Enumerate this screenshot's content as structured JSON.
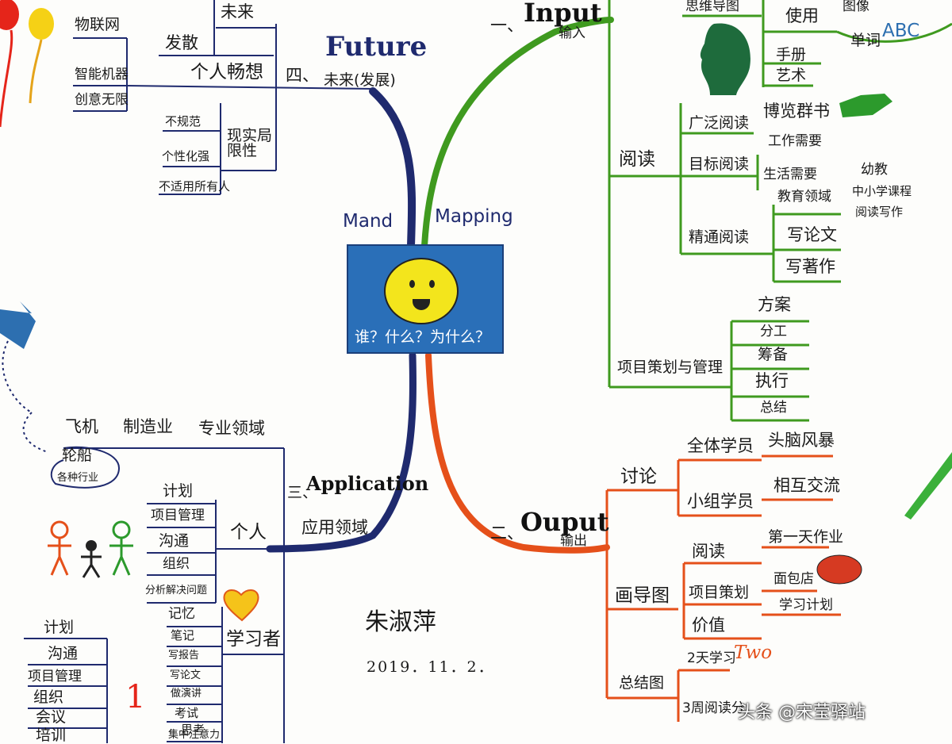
{
  "center": {
    "title_left": "Mand",
    "title_right": "Mapping",
    "question": "谁？什么？为什么？"
  },
  "branches": {
    "input": {
      "number": "一、",
      "title": "Input",
      "subtitle": "输入",
      "color": "#3f9a1f",
      "top_nodes": [
        "思维导图",
        "使用",
        "图像",
        "单词",
        "ABC",
        "手册",
        "艺术"
      ],
      "reading": {
        "label": "阅读",
        "items": [
          "广泛阅读",
          "博览群书",
          "目标阅读",
          "工作需要",
          "生活需要",
          "精通阅读",
          "教育领域",
          "幼教",
          "中小学课程",
          "阅读写作",
          "写论文",
          "写著作"
        ]
      },
      "project": {
        "label": "项目策划与管理",
        "items": [
          "方案",
          "分工",
          "筹备",
          "执行",
          "总结"
        ]
      }
    },
    "output": {
      "number": "二、",
      "title": "Ouput",
      "subtitle": "输出",
      "color": "#e5501a",
      "discussion": {
        "label": "讨论",
        "items": [
          "全体学员",
          "头脑风暴",
          "小组学员",
          "相互交流"
        ]
      },
      "drawing": {
        "label": "画导图",
        "items": [
          "阅读",
          "第一天作业",
          "项目策划",
          "面包店",
          "价值",
          "学习计划"
        ]
      },
      "summary": {
        "label": "总结图",
        "items": [
          "2天学习",
          "Two",
          "3周阅读分"
        ]
      }
    },
    "application": {
      "number": "三、",
      "title": "Application",
      "subtitle": "应用领域",
      "color": "#1f2a6e",
      "professional": {
        "label": "专业领域",
        "items": [
          "制造业",
          "飞机",
          "轮船",
          "各种行业"
        ]
      },
      "personal": {
        "label": "个人",
        "items": [
          "计划",
          "项目管理",
          "沟通",
          "组织",
          "分析解决问题"
        ]
      },
      "learner": {
        "label": "学习者",
        "items": [
          "记忆",
          "笔记",
          "写报告",
          "写论文",
          "做演讲",
          "考试",
          "思考",
          "集中注意力"
        ]
      },
      "left_list": [
        "计划",
        "沟通",
        "项目管理",
        "组织",
        "会议",
        "培训"
      ]
    },
    "future": {
      "number": "四、",
      "title": "Future",
      "subtitle": "未来(发展)",
      "color": "#1f2a6e",
      "imagine": {
        "label": "个人畅想",
        "items": [
          "未来",
          "发散",
          "物联网",
          "智能机器",
          "创意无限"
        ]
      },
      "reality": {
        "label": "现实局限性",
        "items": [
          "不规范",
          "个性化强",
          "不适用所有人"
        ]
      }
    }
  },
  "signature": {
    "name": "朱淑萍",
    "date": "2019．11．2．"
  },
  "watermark": "头条 @宋莹驿站",
  "colors": {
    "input": "#3f9a1f",
    "output": "#e5501a",
    "application": "#1f2a6e",
    "future": "#1f2a6e",
    "center_box": "#2a6fb8",
    "face": "#f3e51c"
  }
}
